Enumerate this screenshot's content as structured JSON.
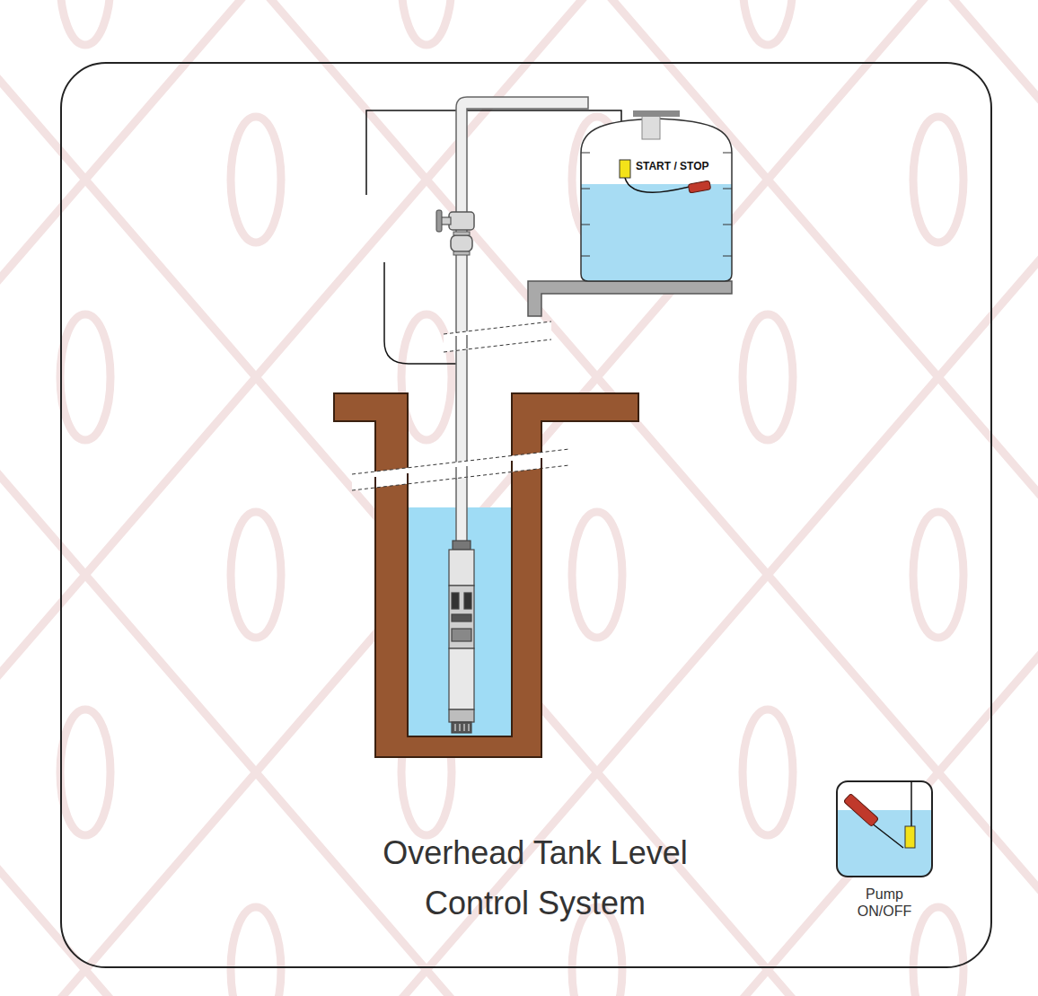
{
  "diagram": {
    "title": "Overhead Tank Level Control System",
    "nodes": [
      {
        "text": [
          "START / STOP"
        ]
      },
      {
        "text": [
          "Pump ON/OFF"
        ]
      }
    ]
  }
}
